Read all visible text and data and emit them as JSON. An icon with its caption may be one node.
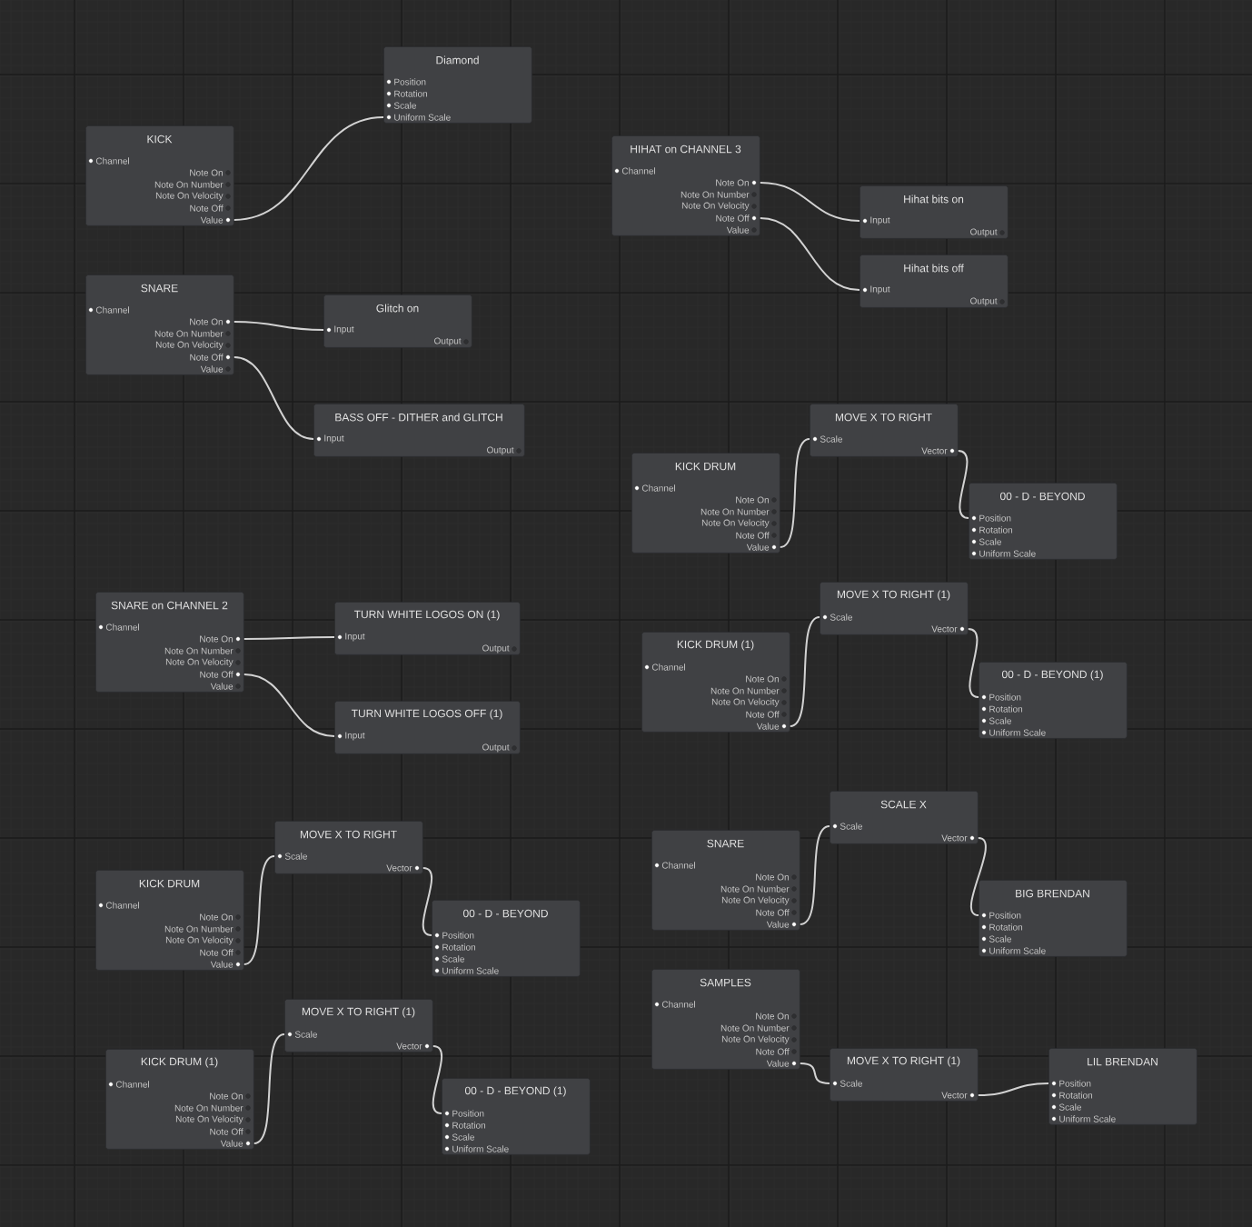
{
  "diagram": {
    "nodes": [
      {
        "text": [
          "Diamond",
          "Position",
          "Rotation",
          "Scale",
          "Uniform Scale"
        ]
      },
      {
        "text": [
          "KICK",
          "Channel",
          "Note On",
          "Note On Number",
          "Note On Velocity",
          "Note Off",
          "Value"
        ]
      },
      {
        "text": [
          "HIHAT on CHANNEL 3",
          "Channel",
          "Note On",
          "Note On Number",
          "Note On Velocity",
          "Note Off",
          "Value"
        ]
      },
      {
        "text": [
          "Hihat bits on",
          "Input",
          "Output"
        ]
      },
      {
        "text": [
          "Hihat bits off",
          "Input",
          "Output"
        ]
      },
      {
        "text": [
          "SNARE",
          "Channel",
          "Note On",
          "Note On Number",
          "Note On Velocity",
          "Note Off",
          "Value"
        ]
      },
      {
        "text": [
          "Glitch on",
          "Input",
          "Output"
        ]
      },
      {
        "text": [
          "BASS OFF - DITHER and GLITCH",
          "Input",
          "Output"
        ]
      },
      {
        "text": [
          "MOVE X TO RIGHT",
          "Scale",
          "Vector"
        ]
      },
      {
        "text": [
          "KICK DRUM",
          "Channel",
          "Note On",
          "Note On Number",
          "Note On Velocity",
          "Note Off",
          "Value"
        ]
      },
      {
        "text": [
          "00 - D - BEYOND",
          "Position",
          "Rotation",
          "Scale",
          "Uniform Scale"
        ]
      },
      {
        "text": [
          "MOVE X TO RIGHT (1)",
          "Scale",
          "Vector"
        ]
      },
      {
        "text": [
          "SNARE on CHANNEL 2",
          "Channel",
          "Note On",
          "Note On Number",
          "Note On Velocity",
          "Note Off",
          "Value"
        ]
      },
      {
        "text": [
          "TURN WHITE LOGOS ON (1)",
          "Input",
          "Output"
        ]
      },
      {
        "text": [
          "KICK DRUM (1)",
          "Channel",
          "Note On",
          "Note On Number",
          "Note On Velocity",
          "Note Off",
          "Value"
        ]
      },
      {
        "text": [
          "00 - D - BEYOND (1)",
          "Position",
          "Rotation",
          "Scale",
          "Uniform Scale"
        ]
      },
      {
        "text": [
          "TURN WHITE LOGOS OFF (1)",
          "Input",
          "Output"
        ]
      },
      {
        "text": [
          "SCALE X",
          "Scale",
          "Vector"
        ]
      },
      {
        "text": [
          "MOVE X TO RIGHT",
          "Scale",
          "Vector"
        ]
      },
      {
        "text": [
          "SNARE",
          "Channel",
          "Note On",
          "Note On Number",
          "Note On Velocity",
          "Note Off",
          "Value"
        ]
      },
      {
        "text": [
          "KICK DRUM",
          "Channel",
          "Note On",
          "Note On Number",
          "Note On Velocity",
          "Note Off",
          "Value"
        ]
      },
      {
        "text": [
          "BIG BRENDAN",
          "Position",
          "Rotation",
          "Scale",
          "Uniform Scale"
        ]
      },
      {
        "text": [
          "00 - D - BEYOND",
          "Position",
          "Rotation",
          "Scale",
          "Uniform Scale"
        ]
      },
      {
        "text": [
          "SAMPLES",
          "Channel",
          "Note On",
          "Note On Number",
          "Note On Velocity",
          "Note Off",
          "Value"
        ]
      },
      {
        "text": [
          "MOVE X TO RIGHT (1)",
          "Scale",
          "Vector"
        ]
      },
      {
        "text": [
          "KICK DRUM (1)",
          "Channel",
          "Note On",
          "Note On Number",
          "Note On Velocity",
          "Note Off",
          "Value"
        ]
      },
      {
        "text": [
          "MOVE X TO RIGHT (1)",
          "Scale",
          "Vector"
        ]
      },
      {
        "text": [
          "LIL BRENDAN",
          "Position",
          "Rotation",
          "Scale",
          "Uniform Scale"
        ]
      },
      {
        "text": [
          "00 - D - BEYOND (1)",
          "Position",
          "Rotation",
          "Scale",
          "Uniform Scale"
        ]
      }
    ],
    "edges": [
      {
        "from": 1,
        "to": 0,
        "arrow": "none"
      },
      {
        "from": 2,
        "to": 3,
        "arrow": "none"
      },
      {
        "from": 2,
        "to": 4,
        "arrow": "none"
      },
      {
        "from": 5,
        "to": 6,
        "arrow": "none"
      },
      {
        "from": 5,
        "to": 7,
        "arrow": "none"
      },
      {
        "from": 9,
        "to": 8,
        "arrow": "none"
      },
      {
        "from": 8,
        "to": 10,
        "arrow": "none"
      },
      {
        "from": 14,
        "to": 11,
        "arrow": "none"
      },
      {
        "from": 11,
        "to": 15,
        "arrow": "none"
      },
      {
        "from": 12,
        "to": 13,
        "arrow": "none"
      },
      {
        "from": 12,
        "to": 16,
        "arrow": "none"
      },
      {
        "from": 19,
        "to": 17,
        "arrow": "none"
      },
      {
        "from": 17,
        "to": 21,
        "arrow": "none"
      },
      {
        "from": 20,
        "to": 18,
        "arrow": "none"
      },
      {
        "from": 18,
        "to": 22,
        "arrow": "none"
      },
      {
        "from": 25,
        "to": 24,
        "arrow": "none"
      },
      {
        "from": 24,
        "to": 28,
        "arrow": "none"
      },
      {
        "from": 23,
        "to": 26,
        "arrow": "none"
      },
      {
        "from": 26,
        "to": 27,
        "arrow": "none"
      }
    ]
  }
}
